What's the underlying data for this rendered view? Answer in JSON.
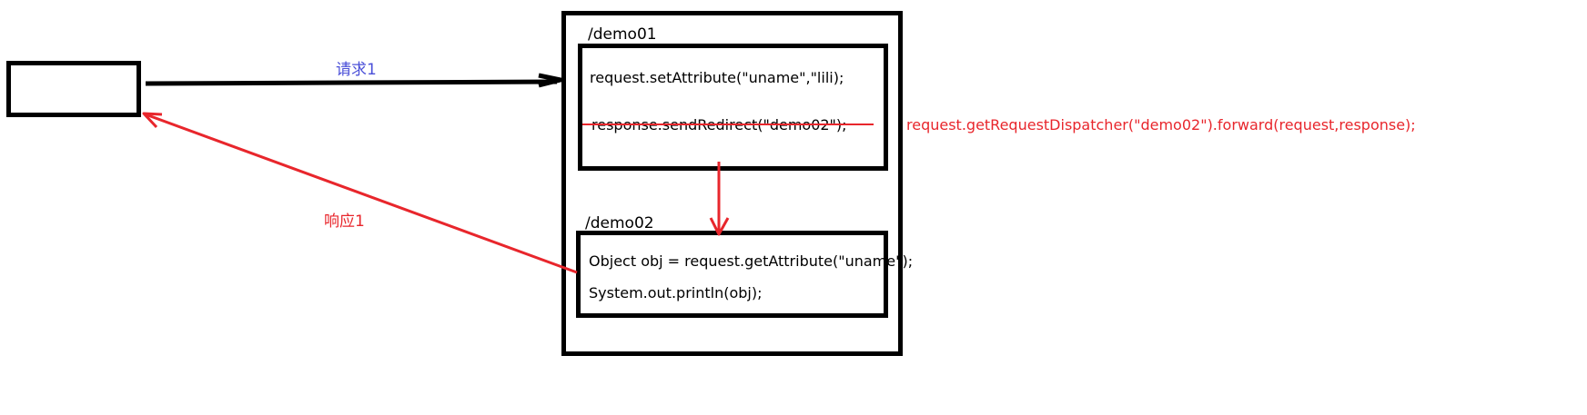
{
  "diagram": {
    "request_label": "请求1",
    "response_label": "响应1",
    "demo01": {
      "path": "/demo01",
      "line1": "request.setAttribute(\"uname\",\"lili);",
      "line2": "response.sendRedirect(\"demo02\");"
    },
    "demo02": {
      "path": "/demo02",
      "line1": "Object obj = request.getAttribute(\"uname\");",
      "line2": "System.out.println(obj);"
    },
    "forward_note": "request.getRequestDispatcher(\"demo02\").forward(request,response);"
  },
  "colors": {
    "request": "#4a4fd8",
    "response": "#e8262c",
    "forward": "#e8262c",
    "box": "#000000"
  }
}
